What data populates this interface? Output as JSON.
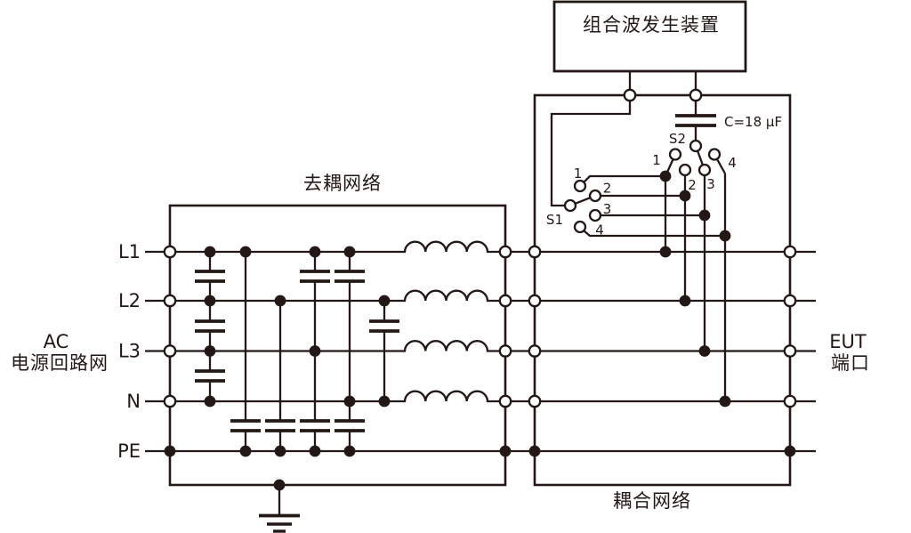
{
  "generator": {
    "label": "组合波发生装置"
  },
  "capacitor": {
    "label": "C=18 μF"
  },
  "switches": {
    "s1": {
      "label": "S1",
      "positions": [
        "1",
        "2",
        "3",
        "4"
      ]
    },
    "s2": {
      "label": "S2",
      "positions": [
        "1",
        "2",
        "3",
        "4"
      ]
    }
  },
  "decoupling_network": {
    "label": "去耦网络"
  },
  "coupling_network": {
    "label": "耦合网络"
  },
  "ac_source": {
    "label_line1": "AC",
    "label_line2": "电源回路网"
  },
  "eut": {
    "label_line1": "EUT",
    "label_line2": "端口"
  },
  "power_lines": {
    "l1": "L1",
    "l2": "L2",
    "l3": "L3",
    "n": "N",
    "pe": "PE"
  },
  "colors": {
    "ink": "#231815",
    "background": "#ffffff"
  }
}
